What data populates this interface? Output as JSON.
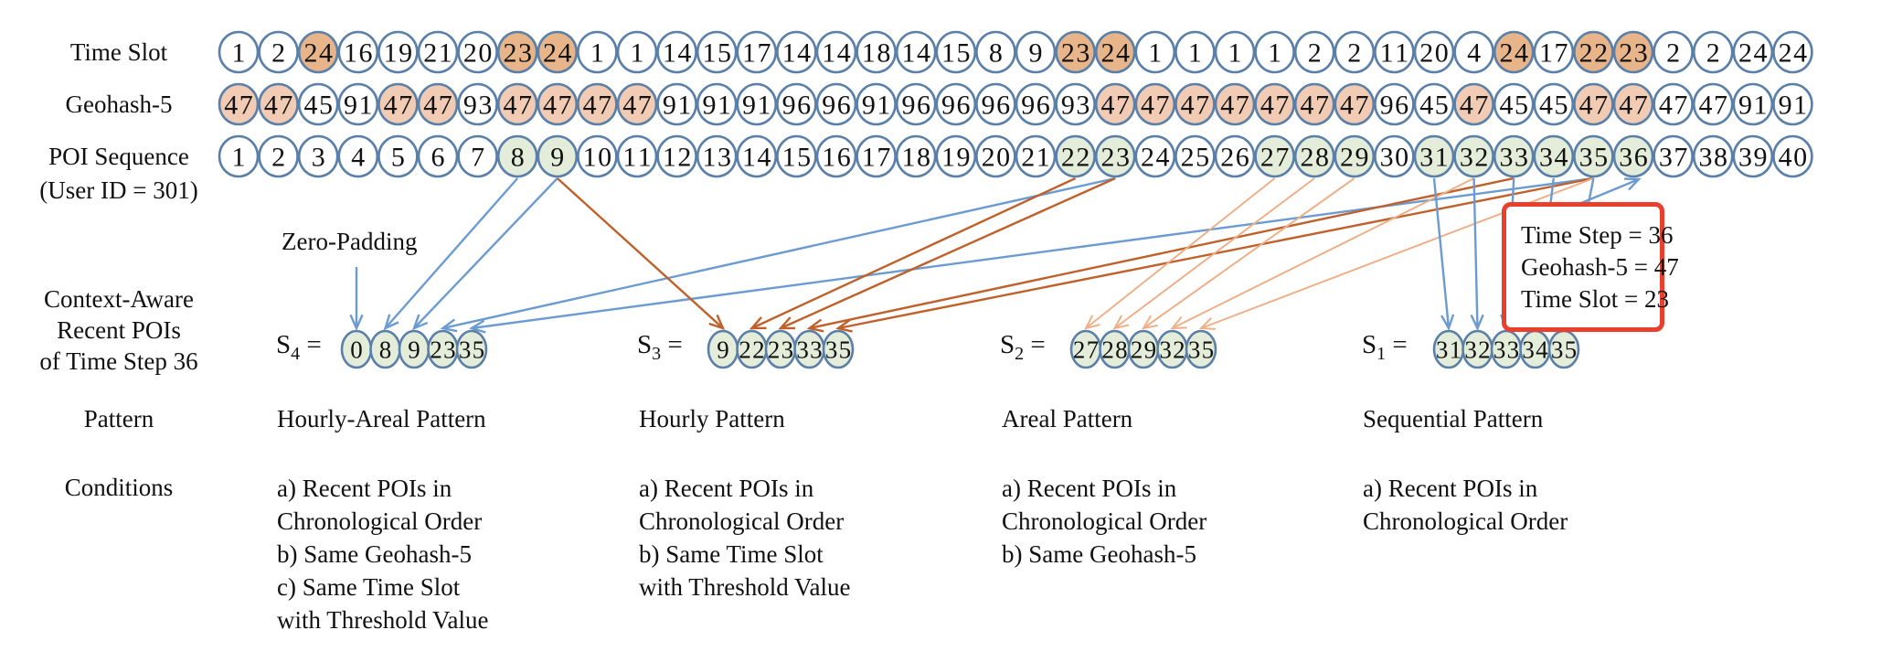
{
  "colors": {
    "circle_stroke": "#5a7fa8",
    "time_slot_highlight": "#e8b48a",
    "geohash_highlight": "#f1cbb3",
    "poi_highlight": "#e4edd9",
    "arrow_blue": "#6b9bd1",
    "arrow_dark_orange": "#c0602a",
    "arrow_light_orange": "#eeb089",
    "box_border": "#e8402c"
  },
  "rows": {
    "time_slot": {
      "label": "Time Slot",
      "values": [
        1,
        2,
        24,
        16,
        19,
        21,
        20,
        23,
        24,
        1,
        1,
        14,
        15,
        17,
        14,
        14,
        18,
        14,
        15,
        8,
        9,
        23,
        24,
        1,
        1,
        1,
        1,
        2,
        2,
        11,
        20,
        4,
        24,
        17,
        22,
        23,
        2,
        2,
        24,
        24
      ],
      "highlighted": [
        3,
        8,
        9,
        22,
        23,
        33,
        35,
        36
      ]
    },
    "geohash": {
      "label": "Geohash-5",
      "values": [
        47,
        47,
        45,
        91,
        47,
        47,
        93,
        47,
        47,
        47,
        47,
        91,
        91,
        91,
        96,
        96,
        91,
        96,
        96,
        96,
        96,
        93,
        47,
        47,
        47,
        47,
        47,
        47,
        47,
        96,
        45,
        47,
        45,
        45,
        47,
        47,
        47,
        47,
        91,
        91
      ],
      "highlighted": [
        1,
        2,
        5,
        6,
        8,
        9,
        10,
        11,
        23,
        24,
        25,
        26,
        27,
        28,
        29,
        32,
        35,
        36
      ]
    },
    "poi_sequence": {
      "label": "POI Sequence",
      "sublabel": "(User ID = 301)",
      "values": [
        1,
        2,
        3,
        4,
        5,
        6,
        7,
        8,
        9,
        10,
        11,
        12,
        13,
        14,
        15,
        16,
        17,
        18,
        19,
        20,
        21,
        22,
        23,
        24,
        25,
        26,
        27,
        28,
        29,
        30,
        31,
        32,
        33,
        34,
        35,
        36,
        37,
        38,
        39,
        40
      ],
      "highlighted": [
        8,
        9,
        22,
        23,
        27,
        28,
        29,
        31,
        32,
        33,
        34,
        35,
        36
      ]
    }
  },
  "labels": {
    "zero_padding": "Zero-Padding",
    "context_line1": "Context-Aware",
    "context_line2": "Recent POIs",
    "context_line3": "of Time Step 36",
    "pattern": "Pattern",
    "conditions": "Conditions"
  },
  "info_box": {
    "line1": "Time Step = 36",
    "line2": "Geohash-5 = 47",
    "line3": "Time Slot = 23"
  },
  "subsets": [
    {
      "name": "S",
      "sub": "4",
      "eq": "=",
      "values": [
        0,
        8,
        9,
        23,
        35
      ],
      "pattern": "Hourly-Areal Pattern",
      "conditions": "a) Recent POIs in\nChronological Order\nb) Same Geohash-5\nc) Same Time Slot\nwith Threshold Value"
    },
    {
      "name": "S",
      "sub": "3",
      "eq": "=",
      "values": [
        9,
        22,
        23,
        33,
        35
      ],
      "pattern": "Hourly Pattern",
      "conditions": "a) Recent POIs in\nChronological Order\nb) Same Time Slot\nwith Threshold Value"
    },
    {
      "name": "S",
      "sub": "2",
      "eq": "=",
      "values": [
        27,
        28,
        29,
        32,
        35
      ],
      "pattern": "Areal Pattern",
      "conditions": "a) Recent POIs in\nChronological Order\nb) Same Geohash-5"
    },
    {
      "name": "S",
      "sub": "1",
      "eq": "=",
      "values": [
        31,
        32,
        33,
        34,
        35
      ],
      "pattern": "Sequential Pattern",
      "conditions": "a) Recent POIs in\nChronological Order"
    }
  ],
  "arrows": [
    {
      "from_poi": 8,
      "to_subset": 0,
      "to_index": 1,
      "color": "arrow_blue"
    },
    {
      "from_poi": 9,
      "to_subset": 0,
      "to_index": 2,
      "color": "arrow_blue"
    },
    {
      "from_poi": 23,
      "to_subset": 0,
      "to_index": 3,
      "color": "arrow_blue"
    },
    {
      "from_poi": 35,
      "to_subset": 0,
      "to_index": 4,
      "color": "arrow_blue"
    },
    {
      "from_poi": 9,
      "to_subset": 1,
      "to_index": 0,
      "color": "arrow_dark_orange"
    },
    {
      "from_poi": 22,
      "to_subset": 1,
      "to_index": 1,
      "color": "arrow_dark_orange"
    },
    {
      "from_poi": 23,
      "to_subset": 1,
      "to_index": 2,
      "color": "arrow_dark_orange"
    },
    {
      "from_poi": 33,
      "to_subset": 1,
      "to_index": 3,
      "color": "arrow_dark_orange"
    },
    {
      "from_poi": 35,
      "to_subset": 1,
      "to_index": 4,
      "color": "arrow_dark_orange"
    },
    {
      "from_poi": 27,
      "to_subset": 2,
      "to_index": 0,
      "color": "arrow_light_orange"
    },
    {
      "from_poi": 28,
      "to_subset": 2,
      "to_index": 1,
      "color": "arrow_light_orange"
    },
    {
      "from_poi": 29,
      "to_subset": 2,
      "to_index": 2,
      "color": "arrow_light_orange"
    },
    {
      "from_poi": 32,
      "to_subset": 2,
      "to_index": 3,
      "color": "arrow_light_orange"
    },
    {
      "from_poi": 35,
      "to_subset": 2,
      "to_index": 4,
      "color": "arrow_light_orange"
    },
    {
      "from_poi": 31,
      "to_subset": 3,
      "to_index": 0,
      "color": "arrow_blue"
    },
    {
      "from_poi": 32,
      "to_subset": 3,
      "to_index": 1,
      "color": "arrow_blue"
    },
    {
      "from_poi": 33,
      "to_subset": 3,
      "to_index": 2,
      "color": "arrow_blue"
    },
    {
      "from_poi": 34,
      "to_subset": 3,
      "to_index": 3,
      "color": "arrow_blue"
    },
    {
      "from_poi": 35,
      "to_subset": 3,
      "to_index": 4,
      "color": "arrow_blue"
    }
  ]
}
